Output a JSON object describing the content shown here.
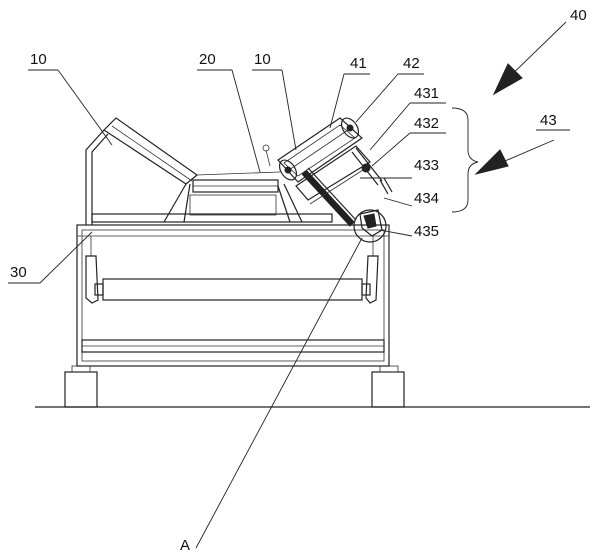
{
  "labels": {
    "l10a": "10",
    "l20": "20",
    "l10b": "10",
    "l41": "41",
    "l42": "42",
    "l40": "40",
    "l431": "431",
    "l432": "432",
    "l433": "433",
    "l434": "434",
    "l435": "435",
    "l43": "43",
    "l30": "30",
    "lA": "A"
  },
  "colors": {
    "line": "#222222",
    "background": "#ffffff"
  }
}
